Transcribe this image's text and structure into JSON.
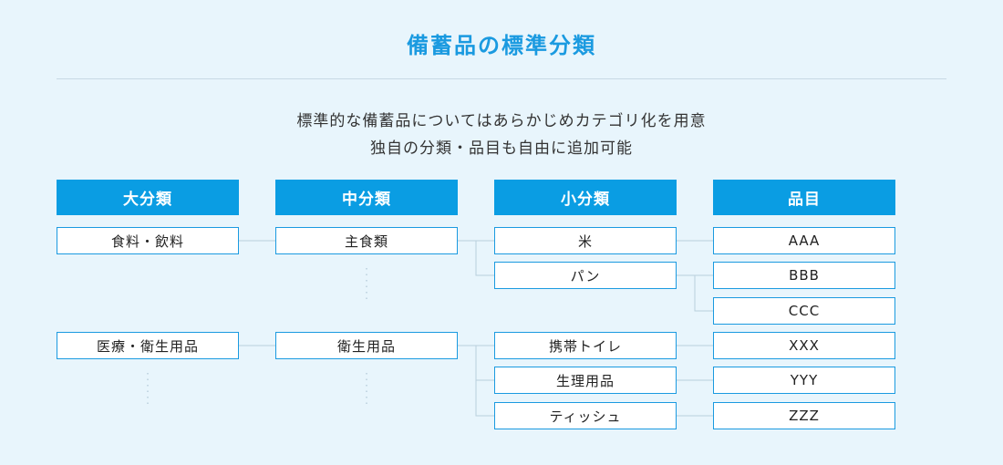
{
  "title": "備蓄品の標準分類",
  "description": {
    "line1": "標準的な備蓄品についてはあらかじめカテゴリ化を用意",
    "line2": "独自の分類・品目も自由に追加可能"
  },
  "headers": {
    "large": "大分類",
    "medium": "中分類",
    "small": "小分類",
    "item": "品目"
  },
  "large": [
    "食料・飲料",
    "医療・衛生用品"
  ],
  "medium": [
    "主食類",
    "衛生用品"
  ],
  "small": [
    "米",
    "パン",
    "携帯トイレ",
    "生理用品",
    "ティッシュ"
  ],
  "items": [
    "AAA",
    "BBB",
    "CCC",
    "XXX",
    "YYY",
    "ZZZ"
  ],
  "colors": {
    "accent": "#0a9de3",
    "title": "#1a9ae0",
    "line": "#b9cfdc",
    "background": "#e8f5fc"
  }
}
